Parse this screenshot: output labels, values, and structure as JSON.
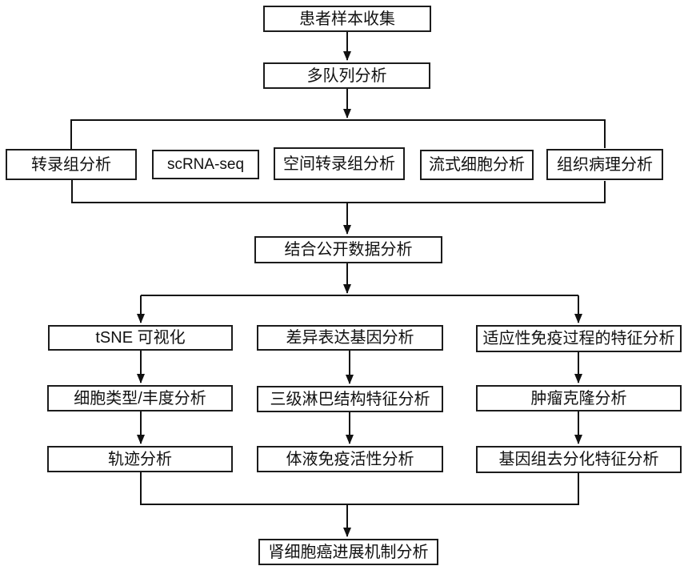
{
  "diagram": {
    "kind": "flowchart",
    "colors": {
      "box_border": "#1c1c1c",
      "box_fill": "#ffffff",
      "line": "#111111",
      "background": "#ffffff"
    },
    "top": {
      "patient_sample": "患者样本收集",
      "multi_cohort": "多队列分析"
    },
    "methods_row": [
      "转录组分析",
      "scRNA-seq",
      "空间转录组分析",
      "流式细胞分析",
      "组织病理分析"
    ],
    "merge": "结合公开数据分析",
    "columns": [
      {
        "steps": [
          "tSNE 可视化",
          "细胞类型/丰度分析",
          "轨迹分析"
        ]
      },
      {
        "steps": [
          "差异表达基因分析",
          "三级淋巴结构特征分析",
          "体液免疫活性分析"
        ]
      },
      {
        "steps": [
          "适应性免疫过程的特征分析",
          "肿瘤克隆分析",
          "基因组去分化特征分析"
        ]
      }
    ],
    "conclusion": "肾细胞癌进展机制分析"
  }
}
